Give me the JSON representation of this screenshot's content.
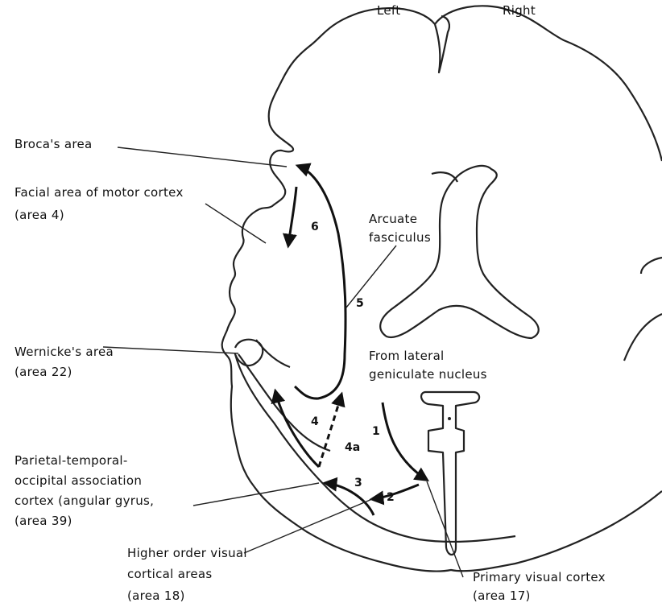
{
  "labels": {
    "left": "Left",
    "right": "Right",
    "broca": "Broca's area",
    "facial_1": "Facial area of motor cortex",
    "facial_2": "(area 4)",
    "arcuate_1": "Arcuate",
    "arcuate_2": "fasciculus",
    "wernicke_1": "Wernicke's area",
    "wernicke_2": "(area 22)",
    "lgn_1": "From lateral",
    "lgn_2": "geniculate nucleus",
    "ptoa_1": "Parietal-temporal-",
    "ptoa_2": "occipital association",
    "ptoa_3": "cortex (angular gyrus,",
    "ptoa_4": "(area 39)",
    "higher_1": "Higher order visual",
    "higher_2": "cortical areas",
    "higher_3": "(area 18)",
    "primary_1": "Primary visual cortex",
    "primary_2": "(area 17)"
  },
  "steps": {
    "s1": "1",
    "s2": "2",
    "s3": "3",
    "s4": "4",
    "s4a": "4a",
    "s5": "5",
    "s6": "6"
  }
}
